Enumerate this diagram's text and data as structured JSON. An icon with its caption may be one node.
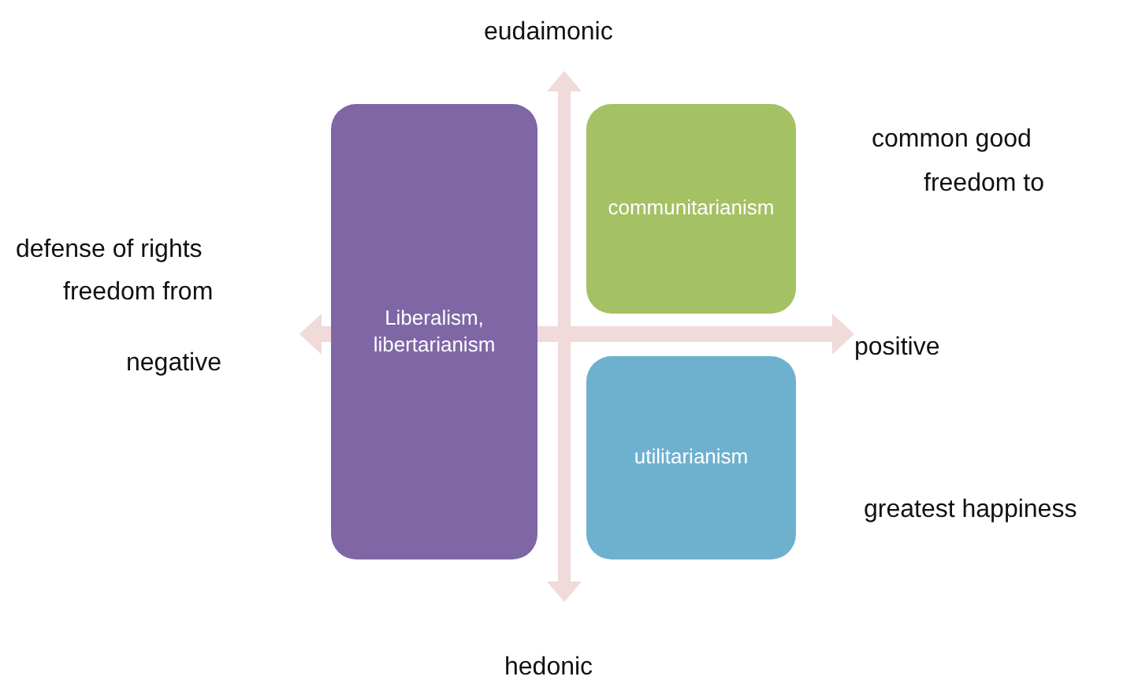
{
  "diagram": {
    "nodes": [
      {
        "text": [
          "Liberalism, libertarianism"
        ]
      },
      {
        "text": [
          "communitarianism"
        ]
      },
      {
        "text": [
          "utilitarianism"
        ]
      }
    ],
    "labels": [
      "eudaimonic",
      "common good",
      "freedom to",
      "defense of rights",
      "freedom from",
      "negative",
      "positive",
      "greatest happiness",
      "hedonic"
    ]
  }
}
